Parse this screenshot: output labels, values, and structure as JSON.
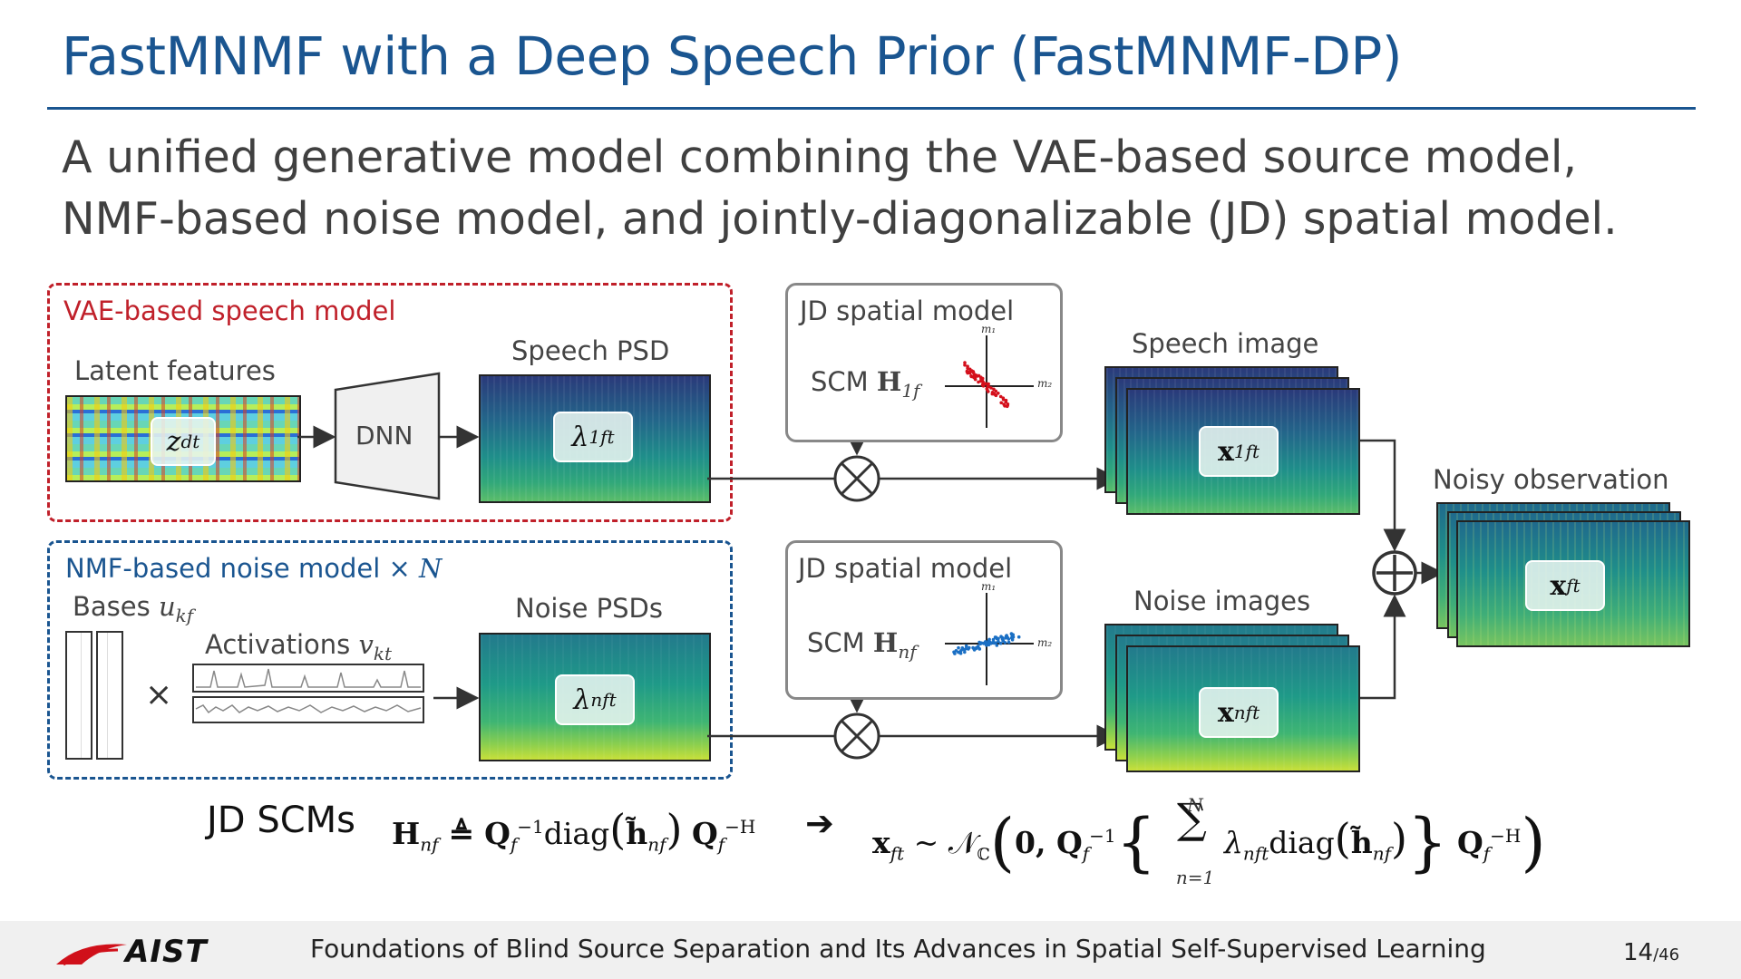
{
  "title": "FastMNMF with a Deep Speech Prior (FastMNMF-DP)",
  "subtitle": "A unified generative model combining the VAE-based source model, NMF-based noise model, and jointly-diagonalizable (JD) spatial model.",
  "speech_model": {
    "box_label": "VAE-based speech model",
    "latent_label": "Latent features",
    "latent_symbol": "z",
    "latent_sub": "dt",
    "dnn_label": "DNN",
    "psd_label": "Speech PSD",
    "psd_symbol": "λ",
    "psd_sub": "1ft"
  },
  "noise_model": {
    "box_label_text": "NMF-based noise model × ",
    "box_label_var": "N",
    "bases_label": "Bases ",
    "bases_symbol": "u",
    "bases_sub": "kf",
    "activations_label": "Activations ",
    "activations_symbol": "v",
    "activations_sub": "kt",
    "times": "×",
    "psd_label": "Noise PSDs",
    "psd_symbol": "λ",
    "psd_sub": "nft"
  },
  "spatial_top": {
    "title": "JD spatial model",
    "scm_text": "SCM ",
    "scm_symbol": "H",
    "scm_sub": "1f",
    "axis_y": "m₁",
    "axis_x": "m₂",
    "dot_color": "#d4101c"
  },
  "spatial_bottom": {
    "title": "JD spatial model",
    "scm_text": "SCM ",
    "scm_symbol": "H",
    "scm_sub": "nf",
    "axis_y": "m₁",
    "axis_x": "m₂",
    "dot_color": "#1a6fc4"
  },
  "images": {
    "speech_label": "Speech image",
    "speech_symbol": "x",
    "speech_sub": "1ft",
    "noise_label": "Noise images",
    "noise_symbol": "x",
    "noise_sub": "nft",
    "obs_label": "Noisy observation",
    "obs_symbol": "x",
    "obs_sub": "ft"
  },
  "operators": {
    "multiply": "⊗",
    "add": "⊕"
  },
  "equation": {
    "label": "JD SCMs",
    "lhs": "H",
    "lhs_sub": "nf",
    "def": " ≜ Q",
    "def_sub": "f",
    "def_sup": "−1",
    "diag1": "diag",
    "h_tilde": "h̃",
    "h_sub": "nf",
    "q2": "Q",
    "q2_sub": "f",
    "q2_sup": "−H",
    "arrow": "➔",
    "x": "x",
    "x_sub": "ft",
    "dist": " ~ 𝒩",
    "dist_sub": "ℂ",
    "zero": "0, Q",
    "zero_sub": "f",
    "zero_sup": "−1",
    "sum_top": "N",
    "sum": "∑",
    "sum_bottom": "n=1",
    "lam": "λ",
    "lam_sub": "nft",
    "diag2": "diag",
    "h2_tilde": "h̃",
    "h2_sub": "nf",
    "q3": "Q",
    "q3_sub": "f",
    "q3_sup": "−H"
  },
  "footer": {
    "logo": "AIST",
    "text": "Foundations of Blind Source Separation and Its Advances in Spatial Self-Supervised Learning",
    "page": "14",
    "total": "/46"
  },
  "colors": {
    "title_blue": "#1a5590",
    "speech_red": "#c0202a",
    "noise_blue": "#1a5590",
    "logo_red": "#d0101a"
  }
}
